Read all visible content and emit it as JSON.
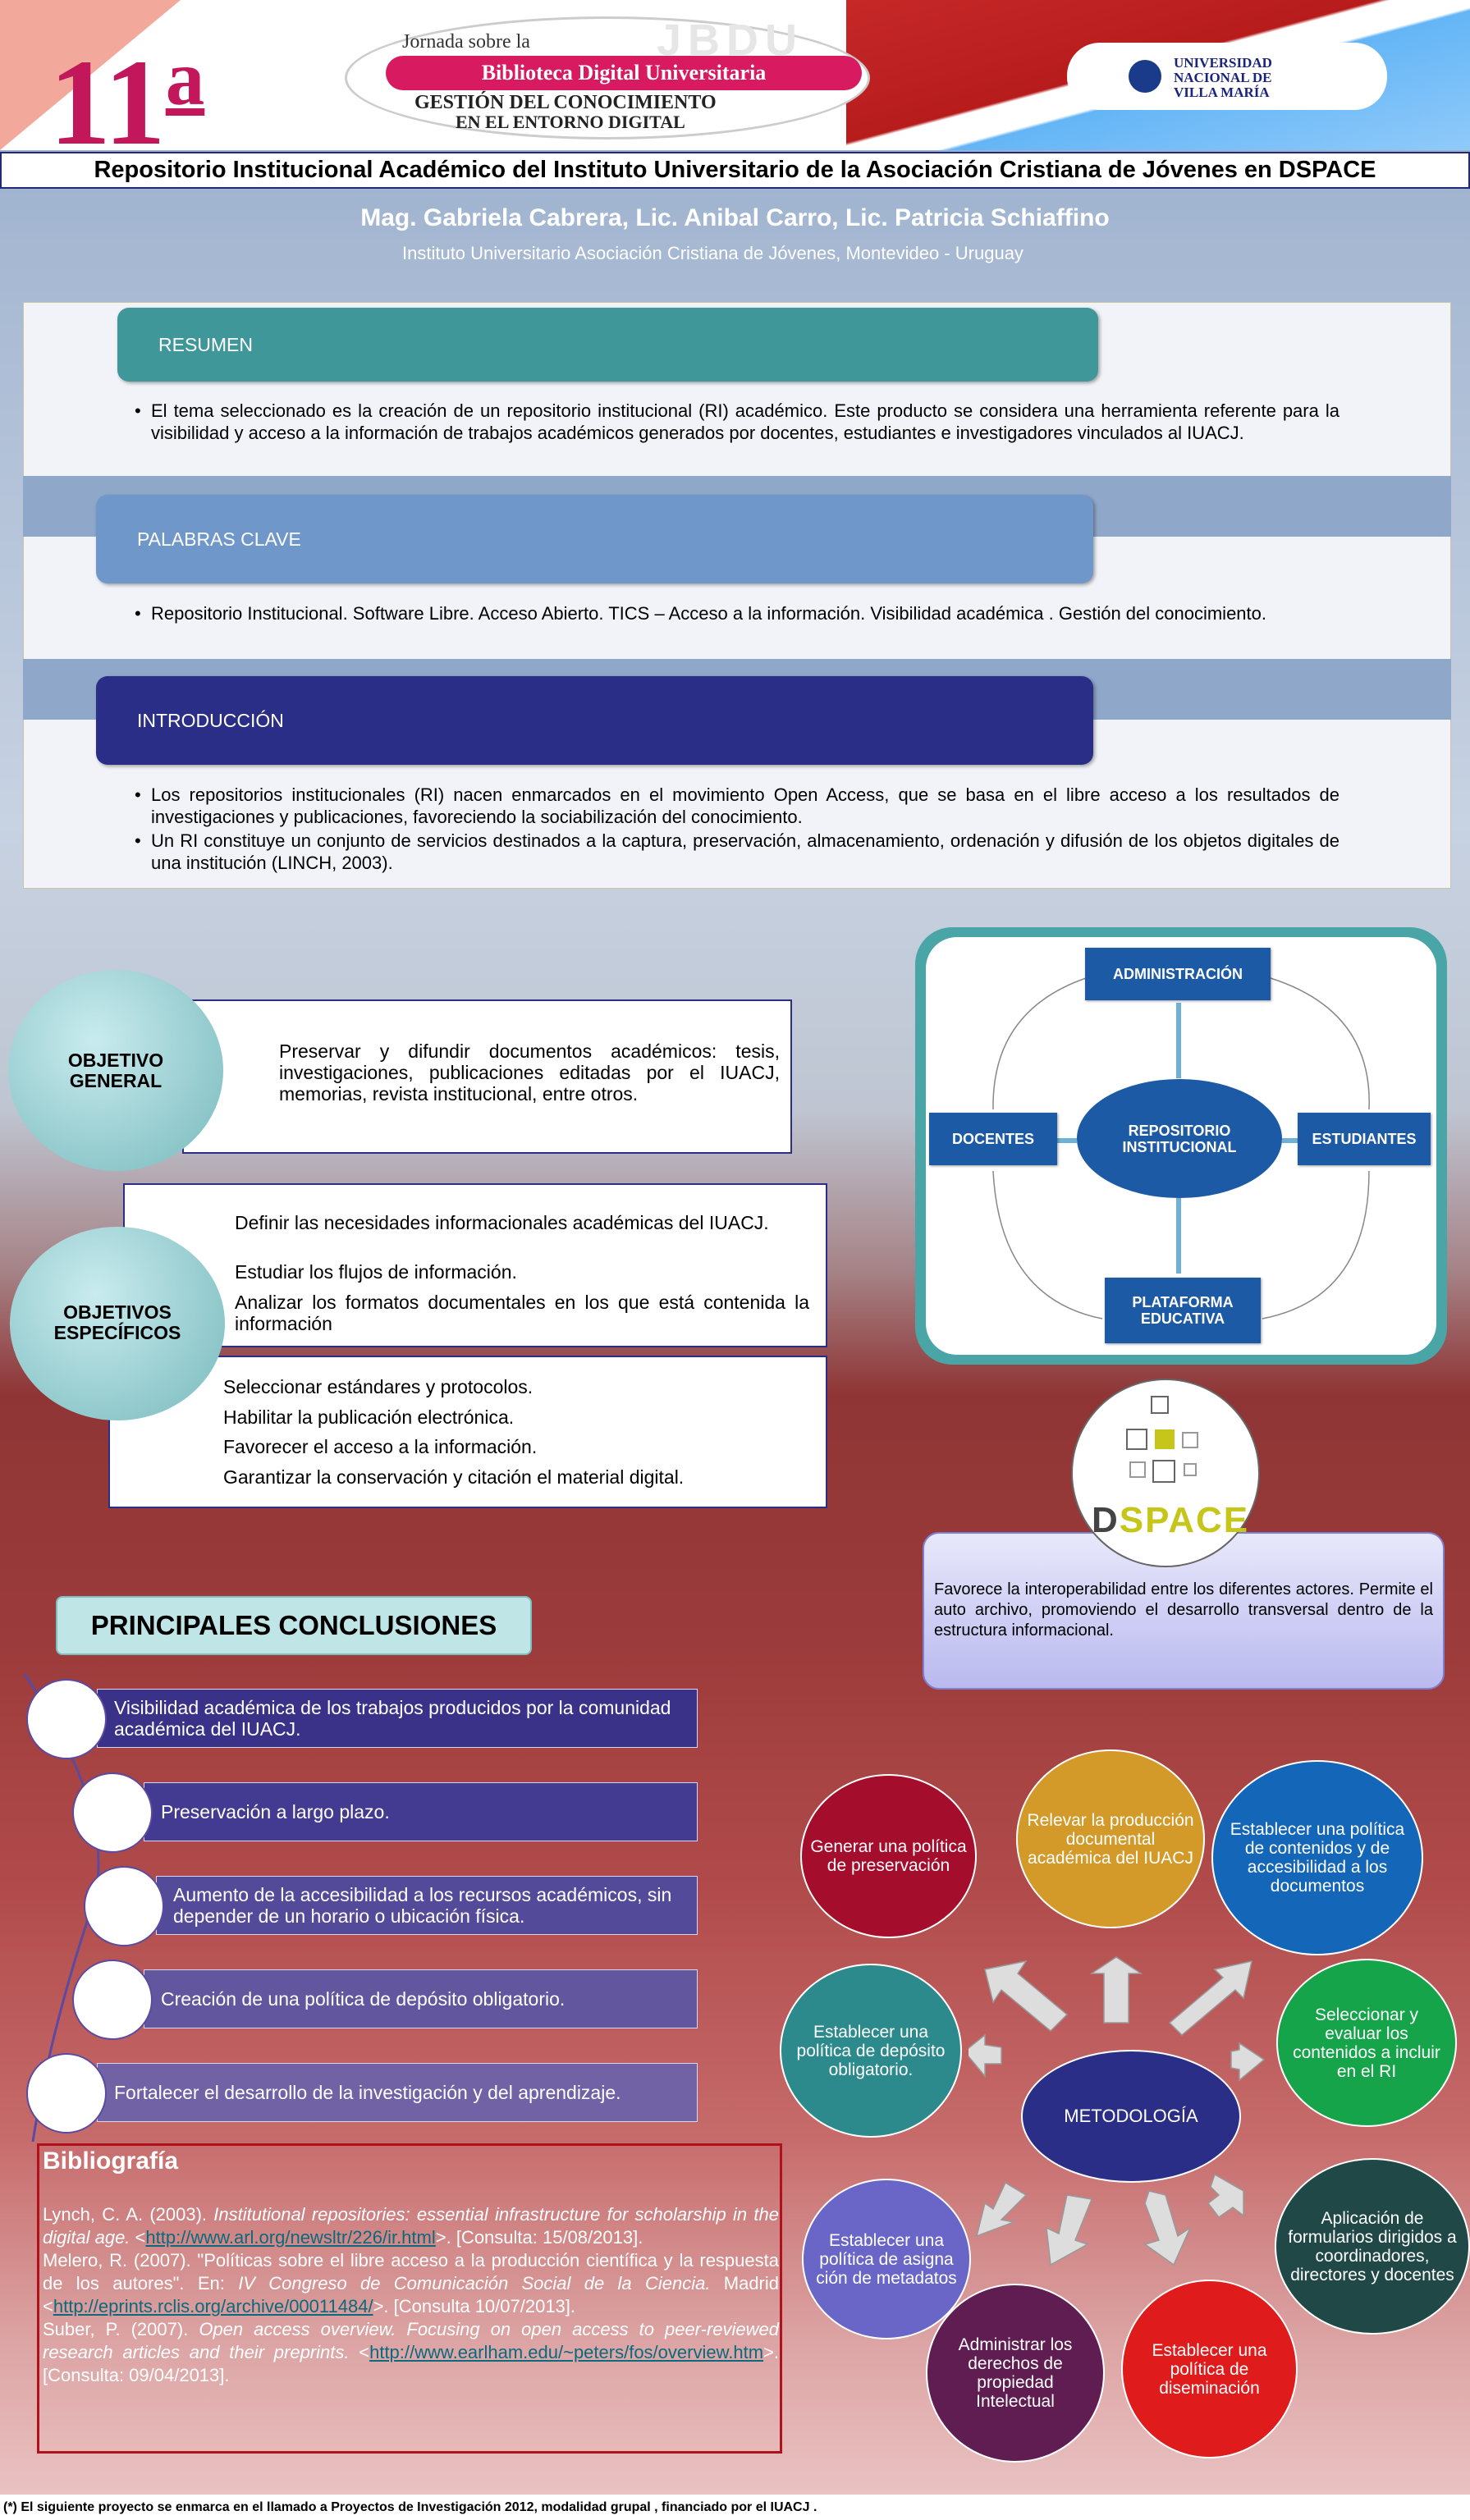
{
  "banner": {
    "edition": "11",
    "edition_suffix": "a",
    "jornada_top": "Jornada sobre la",
    "jornada_name": "Biblioteca Digital Universitaria",
    "jornada_sub1": "GESTIÓN DEL CONOCIMIENTO",
    "jornada_sub2": "EN EL ENTORNO DIGITAL",
    "ghost_logo": "JBDU",
    "univ_line1": "UNIVERSIDAD",
    "univ_line2": "NACIONAL DE",
    "univ_line3": "VILLA MARÍA"
  },
  "title": "Repositorio Institucional  Académico del Instituto Universitario de la Asociación Cristiana de Jóvenes en DSPACE",
  "authors": "Mag. Gabriela Cabrera, Lic. Anibal Carro, Lic. Patricia Schiaffino",
  "affiliation": "Instituto Universitario Asociación Cristiana de Jóvenes, Montevideo - Uruguay",
  "resumen": {
    "heading": "RESUMEN",
    "text": "El tema seleccionado es la creación de un repositorio institucional (RI) académico. Este producto se considera una herramienta referente para la visibilidad y acceso a la información de trabajos académicos generados por docentes, estudiantes e investigadores vinculados al IUACJ."
  },
  "palabras_clave": {
    "heading": "PALABRAS CLAVE",
    "text": "Repositorio Institucional. Software Libre. Acceso Abierto. TICS – Acceso a la información. Visibilidad académica .  Gestión del conocimiento."
  },
  "introduccion": {
    "heading": "INTRODUCCIÓN",
    "item1": "Los repositorios institucionales (RI) nacen enmarcados en el movimiento Open Access, que se basa en el libre acceso a los resultados de investigaciones y publicaciones, favoreciendo la sociabilización del conocimiento.",
    "item2": "Un RI constituye un conjunto de servicios destinados a la captura, preservación, almacenamiento, ordenación y difusión de los objetos digitales de una institución (LINCH, 2003)."
  },
  "objetivo_general": {
    "label_line1": "OBJETIVO",
    "label_line2": "GENERAL",
    "text": "Preservar y difundir documentos académicos: tesis, investigaciones, publicaciones editadas por el IUACJ, memorias, revista institucional, entre otros."
  },
  "objetivos_especificos": {
    "label_line1": "OBJETIVOS",
    "label_line2": "ESPECÍFICOS",
    "items": [
      "Definir las necesidades informacionales académicas del IUACJ.",
      "Estudiar los flujos de información.",
      "Analizar los formatos documentales en los que está contenida la información",
      "Seleccionar estándares y protocolos.",
      "Habilitar la publicación electrónica.",
      "Favorecer el acceso a la información.",
      "Garantizar la conservación y citación el material digital."
    ]
  },
  "diagram": {
    "top": "ADMINISTRACIÓN",
    "left": "DOCENTES",
    "right": "ESTUDIANTES",
    "bottom_line1": "PLATAFORMA",
    "bottom_line2": "EDUCATIVA",
    "center_line1": "REPOSITORIO",
    "center_line2": "INSTITUCIONAL"
  },
  "dspace": {
    "logo_d": "D",
    "logo_rest": "SPACE",
    "text": "Favorece la interoperabilidad entre los diferentes actores. Permite el auto archivo, promoviendo el desarrollo transversal dentro de la estructura informacional."
  },
  "conclusiones": {
    "heading": "PRINCIPALES  CONCLUSIONES",
    "items": [
      "Visibilidad académica de los trabajos producidos por la comunidad académica del IUACJ.",
      "Preservación a largo plazo.",
      "Aumento de la accesibilidad a los recursos académicos, sin depender de un horario o ubicación física.",
      "Creación de una política de depósito obligatorio.",
      "Fortalecer el desarrollo de la investigación y del aprendizaje."
    ]
  },
  "bibliografia": {
    "heading": "Bibliografía",
    "ref1_a": "Lynch, C. A. (2003). ",
    "ref1_title": "Institutional repositories: essential infrastructure for scholarship in the digital age.",
    "ref1_b": " <",
    "ref1_url": "http://www.arl.org/newsltr/226/ir.html",
    "ref1_c": ">. [Consulta: 15/08/2013].",
    "ref2_a": "Melero, R. (2007). \"Políticas sobre el libre acceso a la producción científica y la respuesta de los autores\". En: ",
    "ref2_title": "IV Congreso de Comunicación Social de la Ciencia.",
    "ref2_b": " Madrid <",
    "ref2_url": "http://eprints.rclis.org/archive/00011484/",
    "ref2_c": ">. [Consulta 10/07/2013].",
    "ref3_a": "Suber, P. (2007). ",
    "ref3_title": "Open access overview. Focusing on open access to peer-reviewed research articles and their preprints.",
    "ref3_b": " <",
    "ref3_url": "http://www.earlham.edu/~peters/fos/overview.htm",
    "ref3_c": ">. [Consulta: 09/04/2013]."
  },
  "metodologia": {
    "center": "METODOLOGÍA",
    "steps": [
      {
        "text": "Generar una política de preservación",
        "color": "#a50d2c"
      },
      {
        "text": "Relevar la producción documental académica del IUACJ",
        "color": "#d39a2a"
      },
      {
        "text": "Establecer una política de contenidos y de accesibilidad a los documentos",
        "color": "#1466b9"
      },
      {
        "text": "Seleccionar y evaluar los contenidos a incluir en el RI",
        "color": "#16a44a"
      },
      {
        "text": "Aplicación de formularios dirigidos a coordinadores, directores y docentes",
        "color": "#1f4846"
      },
      {
        "text": "Establecer una política de diseminación",
        "color": "#e01b1b"
      },
      {
        "text": "Administrar los derechos de propiedad Intelectual",
        "color": "#5f1d52"
      },
      {
        "text": "Establecer una política de asigna ción de metadatos",
        "color": "#6a66c8"
      },
      {
        "text": "Establecer una política de depósito obligatorio.",
        "color": "#2d8a8c"
      }
    ]
  },
  "footer": "(*) El siguiente proyecto se enmarca en el llamado a Proyectos de Investigación 2012, modalidad grupal , financiado por el IUACJ ."
}
